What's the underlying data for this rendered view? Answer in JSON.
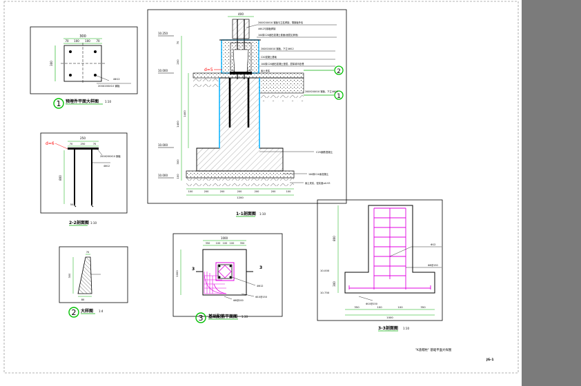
{
  "sheet": {
    "drawing_title_text": "\"K盖帽柱\" 基础平面大样图",
    "sheet_number": "JG-1"
  },
  "detail1": {
    "circle_number": "1",
    "caption": "预埋件平面大样图",
    "scale": "1:10",
    "dims": {
      "top_total": "300",
      "top_parts": [
        "70",
        "100",
        "100",
        "70"
      ],
      "side_total": "300"
    },
    "notes": [
      "4Φ12",
      "200X200X10 钢板"
    ]
  },
  "detail2": {
    "caption_circle": "2",
    "caption": "大样图",
    "scale": "1:4",
    "dims": {
      "top": "70",
      "side": "300",
      "bottom": "80"
    }
  },
  "detail3": {
    "circle_number": "3",
    "caption": "基础配筋平面图",
    "scale": "1:30",
    "section_mark": "3",
    "dims": {
      "top_total": "1000",
      "top_parts": [
        "350",
        "100",
        "100",
        "100",
        "350"
      ],
      "side_total": "1000"
    },
    "notes": [
      "4Φ12",
      "Φ8@200",
      "Φ10@150"
    ]
  },
  "section22": {
    "caption": "2-2剖面图",
    "scale": "1:10",
    "red_label": "d=6",
    "dims": {
      "top_total": "250",
      "top_parts": [
        "70",
        "250",
        "70"
      ],
      "side": "800",
      "bottom": "50"
    },
    "notes": [
      "200X200X10 钢板",
      "4Φ12"
    ]
  },
  "section11": {
    "caption": "1-1剖面图",
    "scale": "1:10",
    "red_label": "d=5",
    "circle_labels": [
      "1",
      "2"
    ],
    "levels": [
      "10.250",
      "10.000",
      "10.000",
      "10.000"
    ],
    "dims_top": "400",
    "dims_left": [
      "70",
      "200",
      "1400",
      "300",
      "100"
    ],
    "dims_bottom_parts": [
      "100",
      "200",
      "200",
      "200",
      "200",
      "200",
      "100"
    ],
    "dims_bottom_total": "1200",
    "notes": [
      "200X200X10 钢板与立柱焊接，薄钢板外包",
      "4Φ12与钢板焊接",
      "100厚C20细石混凝土套面(面层见其他)",
      "200X200X10 钢板，下立4Φ12",
      "C20混凝土基础",
      "100厚C20细石混凝土垫层，层厚减半处理",
      "素土夹实",
      "C25钢筋混凝土",
      "100厚C10素混凝土",
      "素土夹实，密实度≥0.93"
    ]
  },
  "section33": {
    "caption": "3-3剖面图",
    "scale": "1:10",
    "levels": [
      "10.000",
      "10.750"
    ],
    "dims_left": [
      "800",
      "300"
    ],
    "dims_bottom_parts": [
      "350",
      "100",
      "100",
      "350"
    ],
    "dims_bottom_total": "1000",
    "notes": [
      "Φ12",
      "Φ8@150",
      "Φ10@150"
    ]
  },
  "colors": {
    "paper": "#ffffff",
    "dimension": "#00aa00",
    "annotation_green": "#00c000",
    "rebar": "#e000e0",
    "cyan": "#00b0ff",
    "red": "#ff0000",
    "chrome": "#7b7b7b"
  }
}
